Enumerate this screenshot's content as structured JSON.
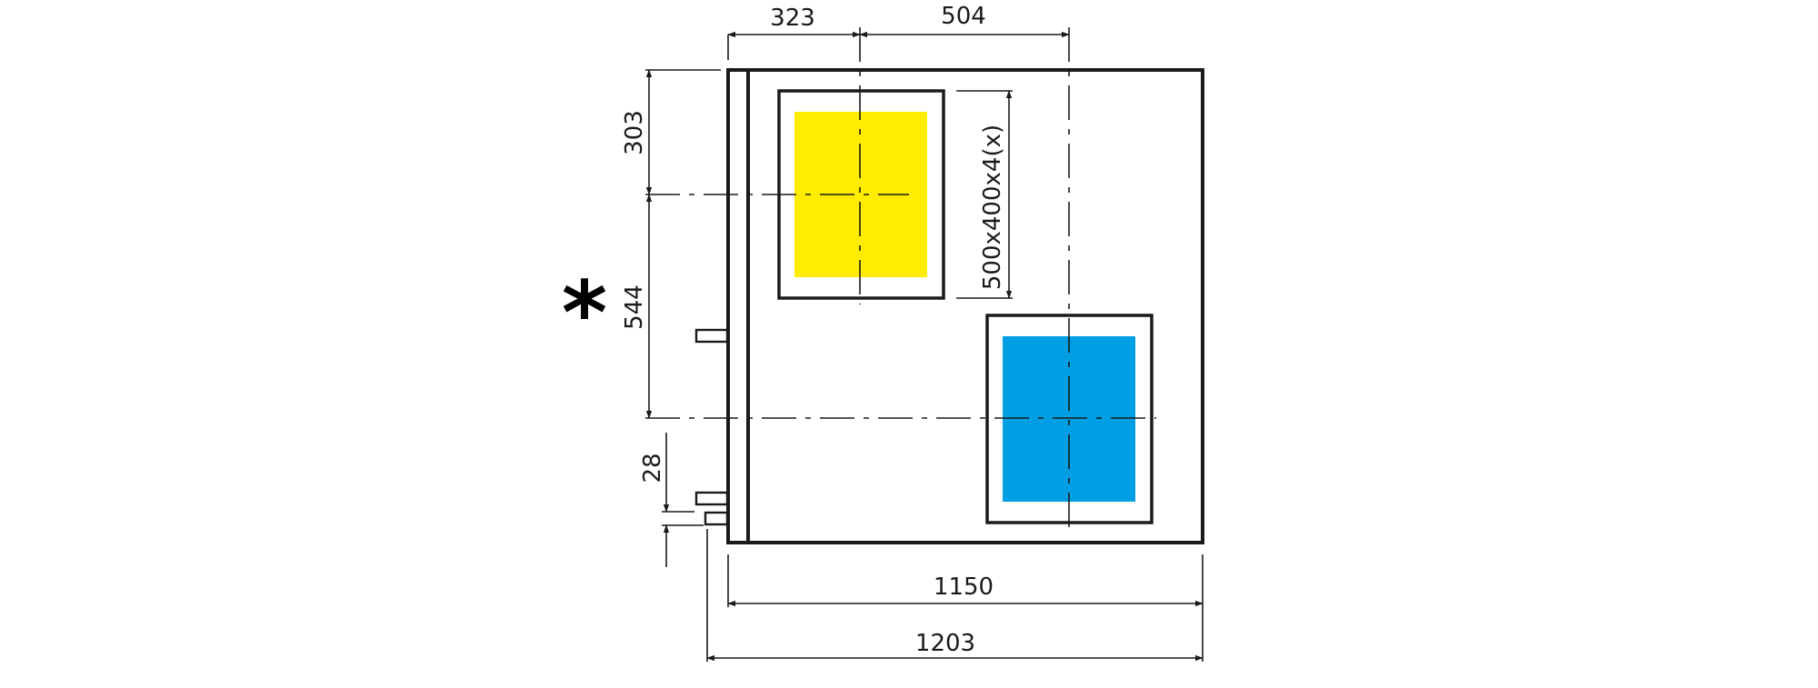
{
  "diagram": {
    "dimensions": {
      "top_left": "323",
      "top_right": "504",
      "left_top": "303",
      "left_middle": "544",
      "left_bottom": "28",
      "window_size": "500x400x4(x)",
      "bottom_inner": "1150",
      "bottom_outer": "1203"
    },
    "marker": "*",
    "colors": {
      "yellow_window": "#ffec00",
      "blue_window": "#009fe3",
      "line": "#1a1a1a"
    }
  }
}
